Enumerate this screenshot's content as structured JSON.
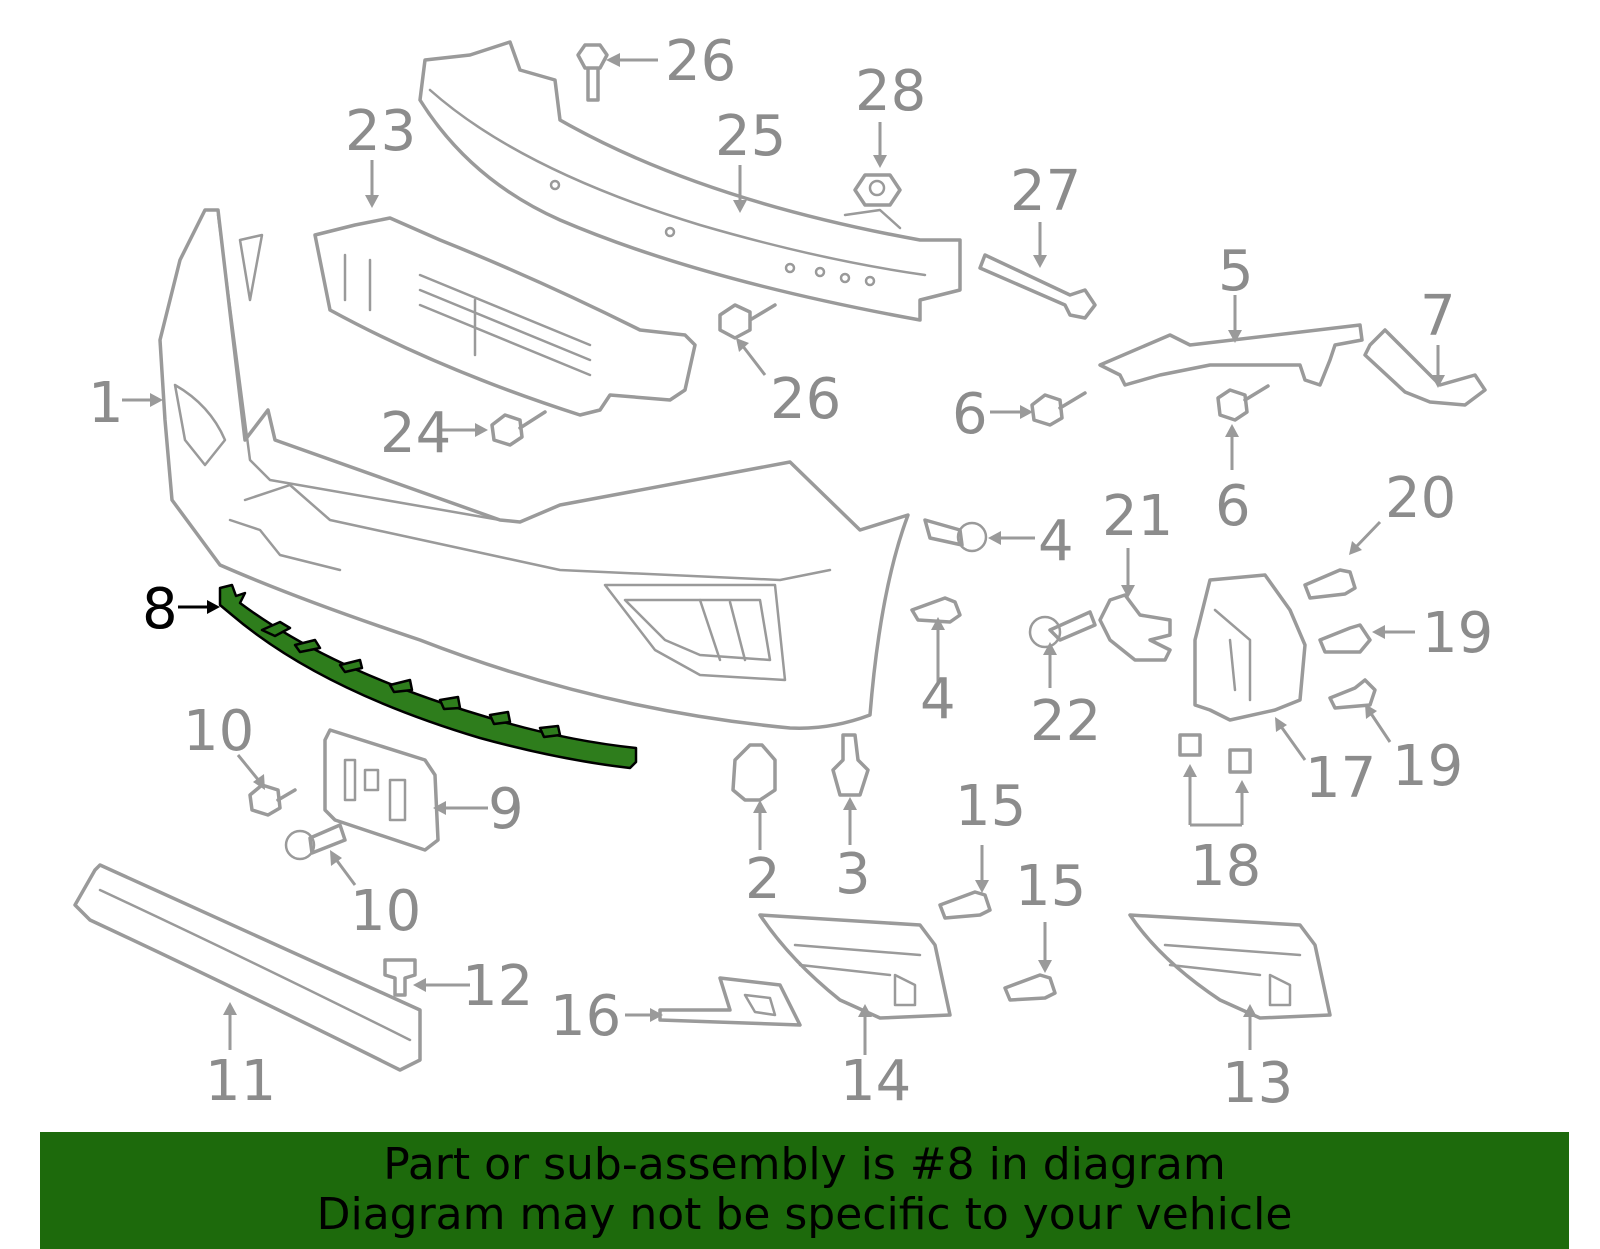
{
  "diagram": {
    "callouts": {
      "c1": "1",
      "c2": "2",
      "c3": "3",
      "c4a": "4",
      "c4b": "4",
      "c5": "5",
      "c6a": "6",
      "c6b": "6",
      "c7": "7",
      "c8": "8",
      "c9": "9",
      "c10a": "10",
      "c10b": "10",
      "c11": "11",
      "c12": "12",
      "c13": "13",
      "c14": "14",
      "c15a": "15",
      "c15b": "15",
      "c16": "16",
      "c17": "17",
      "c18": "18",
      "c19a": "19",
      "c19b": "19",
      "c20": "20",
      "c21": "21",
      "c22": "22",
      "c23": "23",
      "c24": "24",
      "c25": "25",
      "c26a": "26",
      "c26b": "26",
      "c27": "27",
      "c28": "28"
    },
    "highlight_color": "#2e7d1c"
  },
  "banner": {
    "line1": "Part or sub-assembly is #8 in diagram",
    "line2": "Diagram may not be specific to your vehicle",
    "background": "#1d6a0c"
  }
}
